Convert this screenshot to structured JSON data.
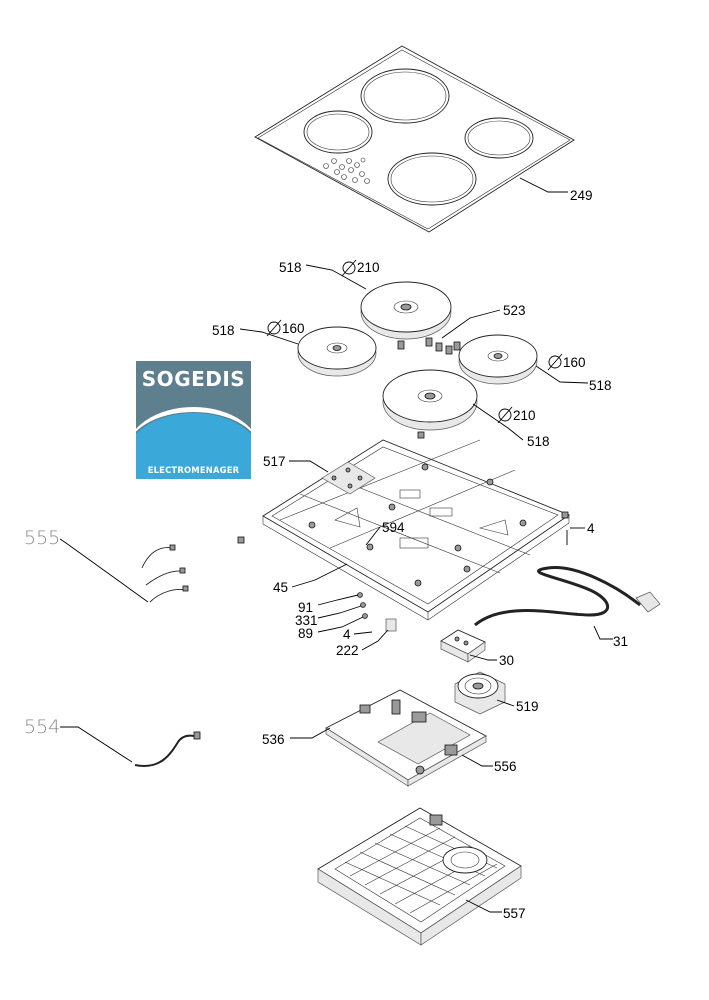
{
  "brand": {
    "name": "SOGEDIS",
    "tagline": "ELECTROMENAGER"
  },
  "part_numbers": {
    "glass_top": "249",
    "zone_tl": "518",
    "zone_tl_size": "210",
    "zone_left": "518",
    "zone_left_size": "160",
    "zone_right": "518",
    "zone_right_size": "160",
    "zone_front": "518",
    "zone_front_size": "210",
    "connector": "523",
    "bracket_517": "517",
    "gasket_594": "594",
    "screw_4a": "4",
    "cable_555": "555",
    "frame_45": "45",
    "p91": "91",
    "p331": "331",
    "p89": "89",
    "screw_4b": "4",
    "p222": "222",
    "power_cable": "31",
    "terminal_block": "30",
    "fan": "519",
    "cable_554": "554",
    "board_536": "536",
    "board_556": "556",
    "base_557": "557"
  },
  "colors": {
    "logo_dark": "#5e7f8e",
    "logo_light": "#3aa8d8"
  }
}
